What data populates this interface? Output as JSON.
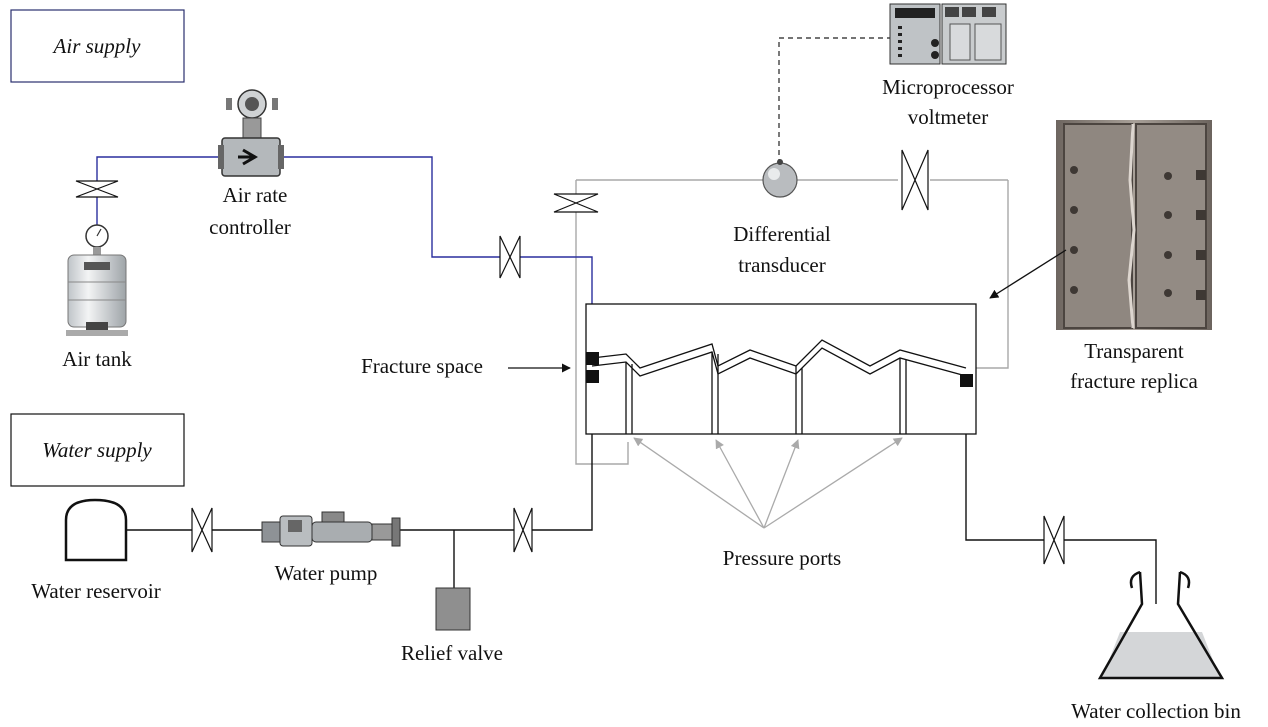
{
  "labels": {
    "air_supply": "Air supply",
    "water_supply": "Water supply",
    "air_tank": "Air tank",
    "air_rate_controller_1": "Air rate",
    "air_rate_controller_2": "controller",
    "microprocessor_1": "Microprocessor",
    "microprocessor_2": "voltmeter",
    "differential_1": "Differential",
    "differential_2": "transducer",
    "transparent_1": "Transparent",
    "transparent_2": "fracture replica",
    "fracture_space": "Fracture space",
    "pressure_ports": "Pressure ports",
    "water_reservoir": "Water reservoir",
    "water_pump": "Water pump",
    "relief_valve": "Relief valve",
    "water_collection_bin": "Water collection bin"
  },
  "colors": {
    "air_line": "#2a2f9e",
    "water_line": "#111111",
    "transducer_line": "#a8a8a8",
    "signal_line": "#222222"
  },
  "icons": [
    "valve-icon",
    "pressure-gauge-icon",
    "flow-meter-icon",
    "pump-icon",
    "flask-icon",
    "reservoir-icon",
    "transducer-icon",
    "voltmeter-icon"
  ]
}
